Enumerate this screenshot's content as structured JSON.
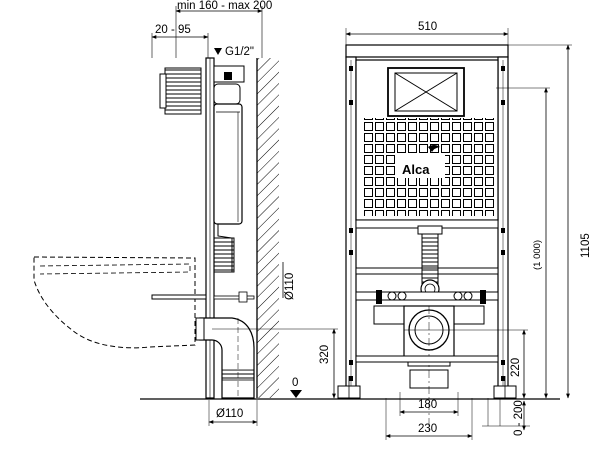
{
  "side_view": {
    "dim_wall_distance": "min 160 - max 200",
    "dim_inlet_range": "20 - 95",
    "dim_water_connection": "G1/2\"",
    "dim_drain_diameter_vertical": "Ø110",
    "dim_drain_height": "320",
    "dim_drain_diameter_bottom": "Ø110",
    "floor_level": "0"
  },
  "front_view": {
    "dim_frame_width": "510",
    "brand_logo": "Alca",
    "dim_total_height": "1105",
    "dim_reference_height": "(1 000)",
    "dim_foot_height": "220",
    "dim_foot_adjust": "0 - 200",
    "dim_bolt_spacing_inner": "180",
    "dim_bolt_spacing_outer": "230"
  }
}
